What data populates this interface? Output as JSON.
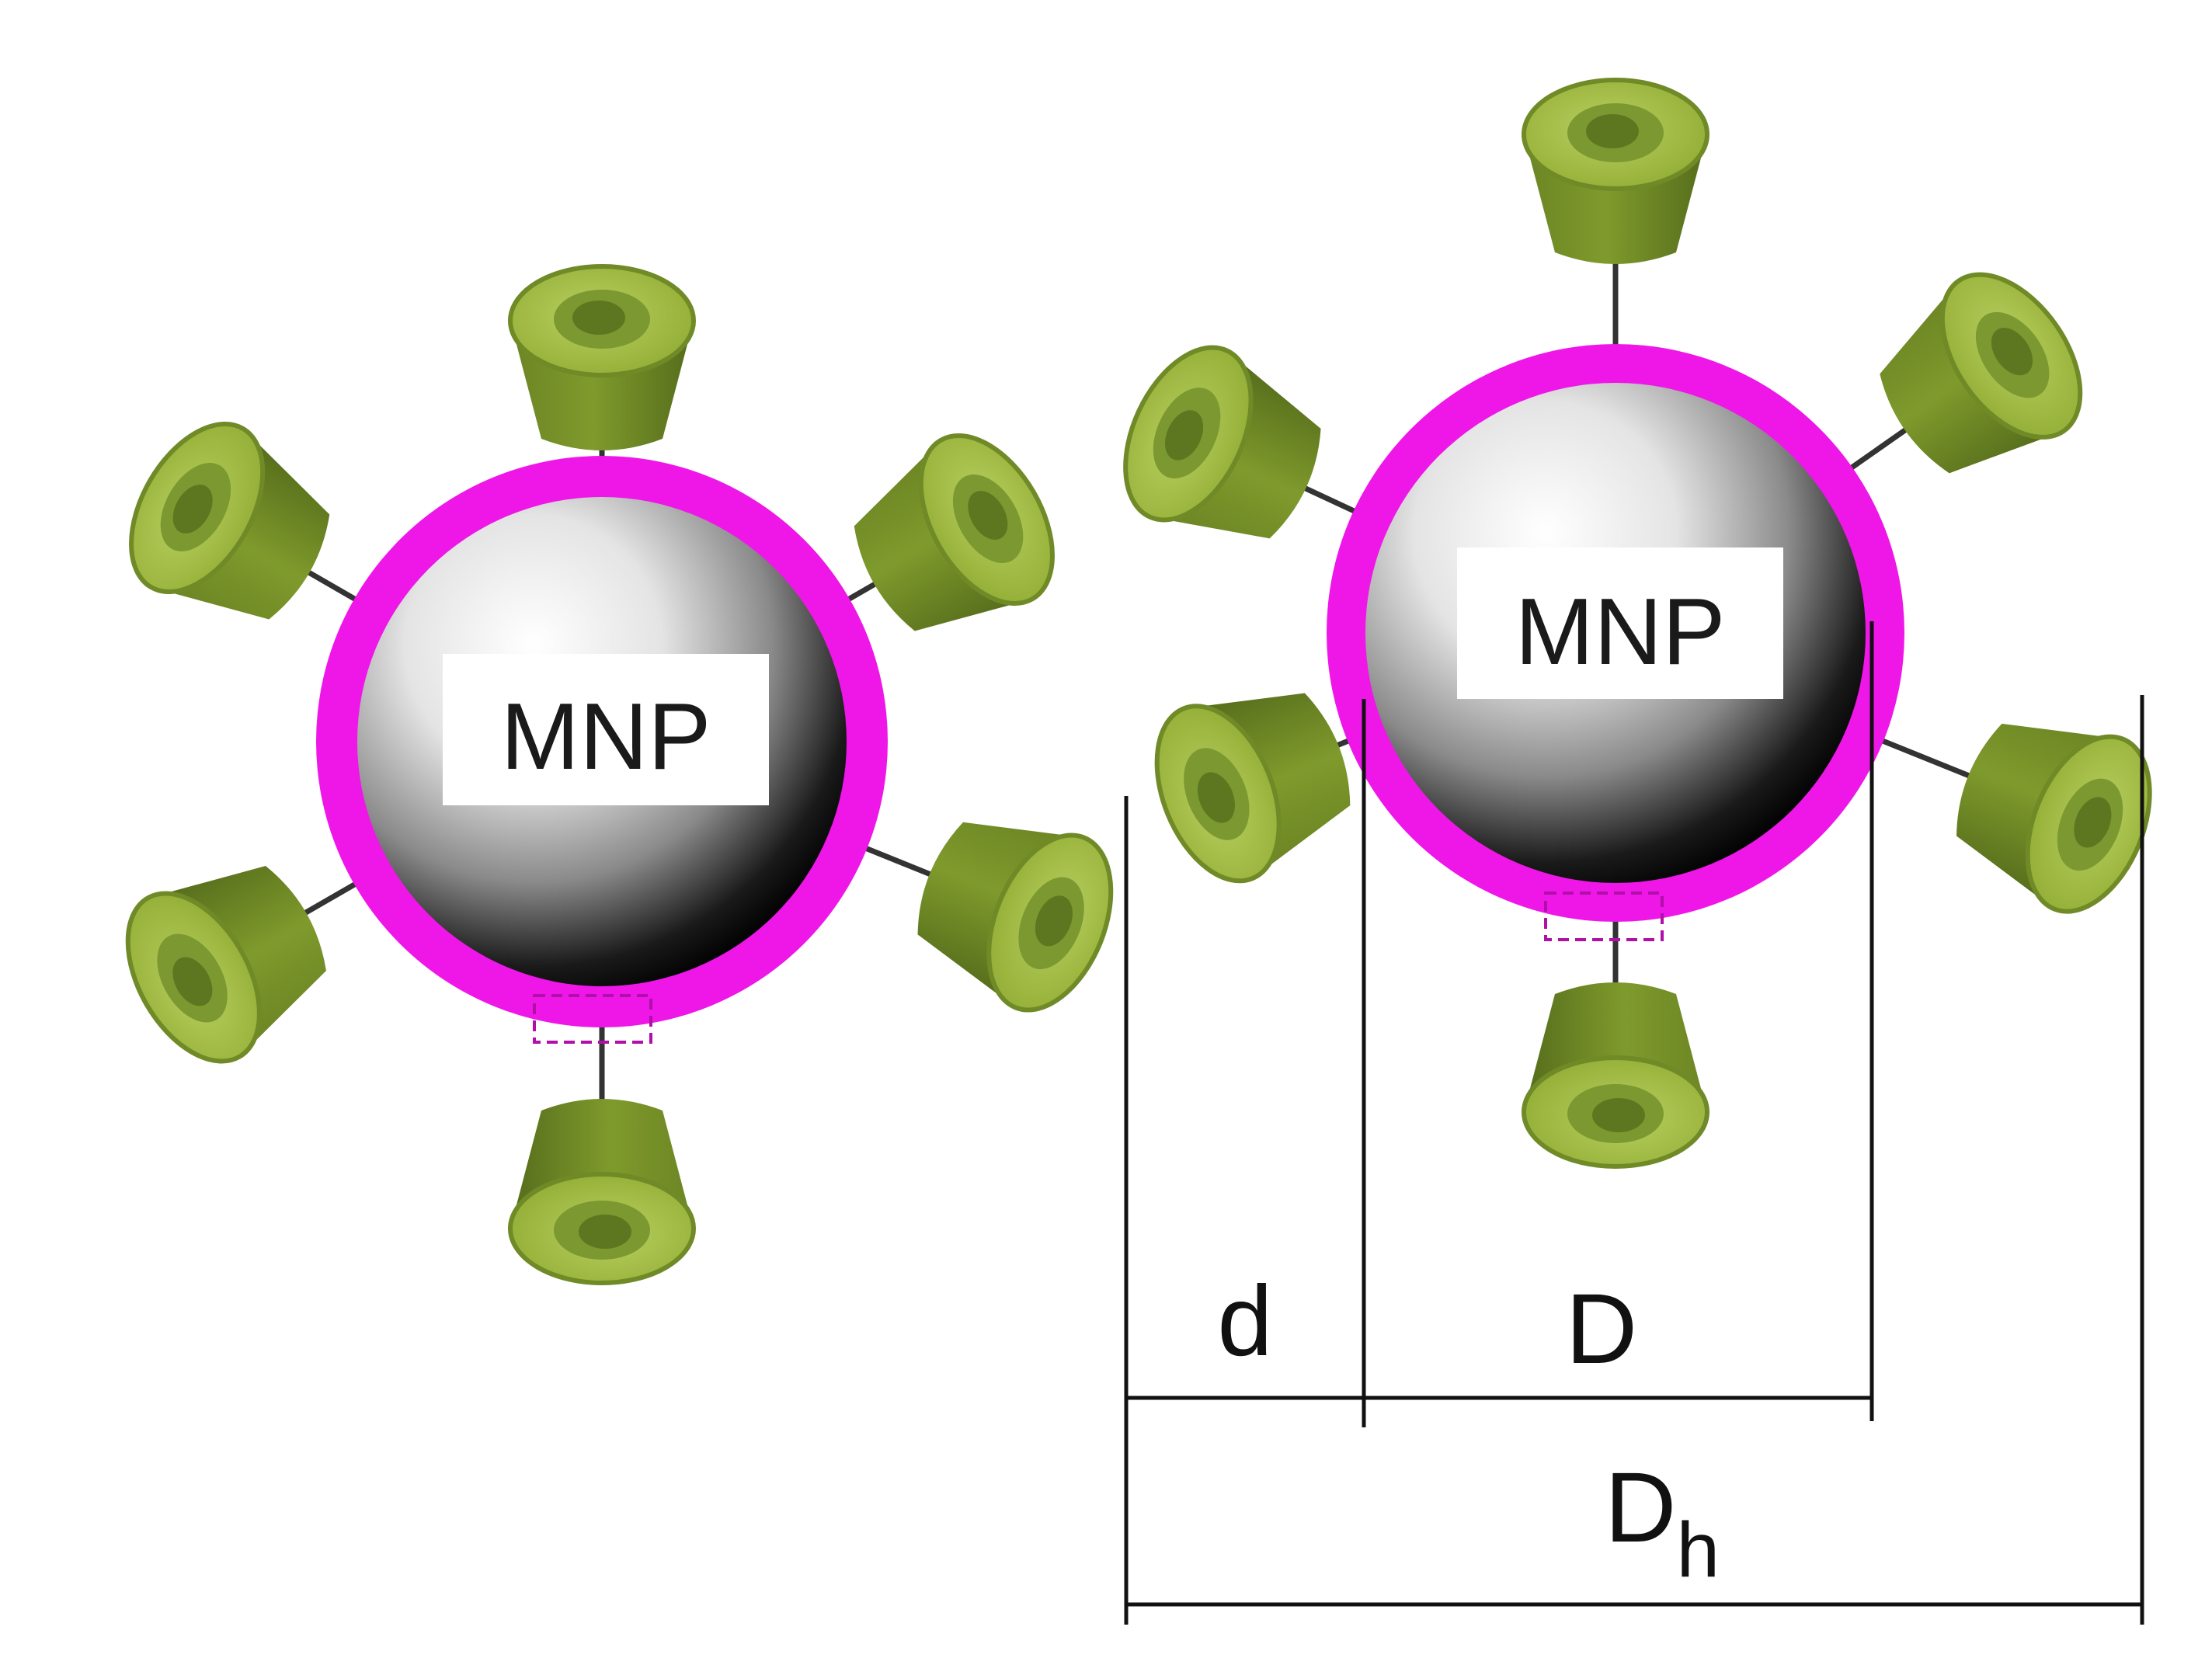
{
  "particles": [
    {
      "label": "MNP"
    },
    {
      "label": "MNP"
    }
  ],
  "dimensions": {
    "d": "d",
    "D": "D",
    "Dh_base": "D",
    "Dh_sub": "h"
  },
  "colors": {
    "shell": "#ee17e8",
    "core_dark": "#0b0b0b",
    "core_light": "#ffffff",
    "ligand_light": "#a9c24a",
    "ligand_mid": "#7f9a2c",
    "ligand_dark": "#4f6418",
    "line": "#111111",
    "background": "#ffffff"
  }
}
